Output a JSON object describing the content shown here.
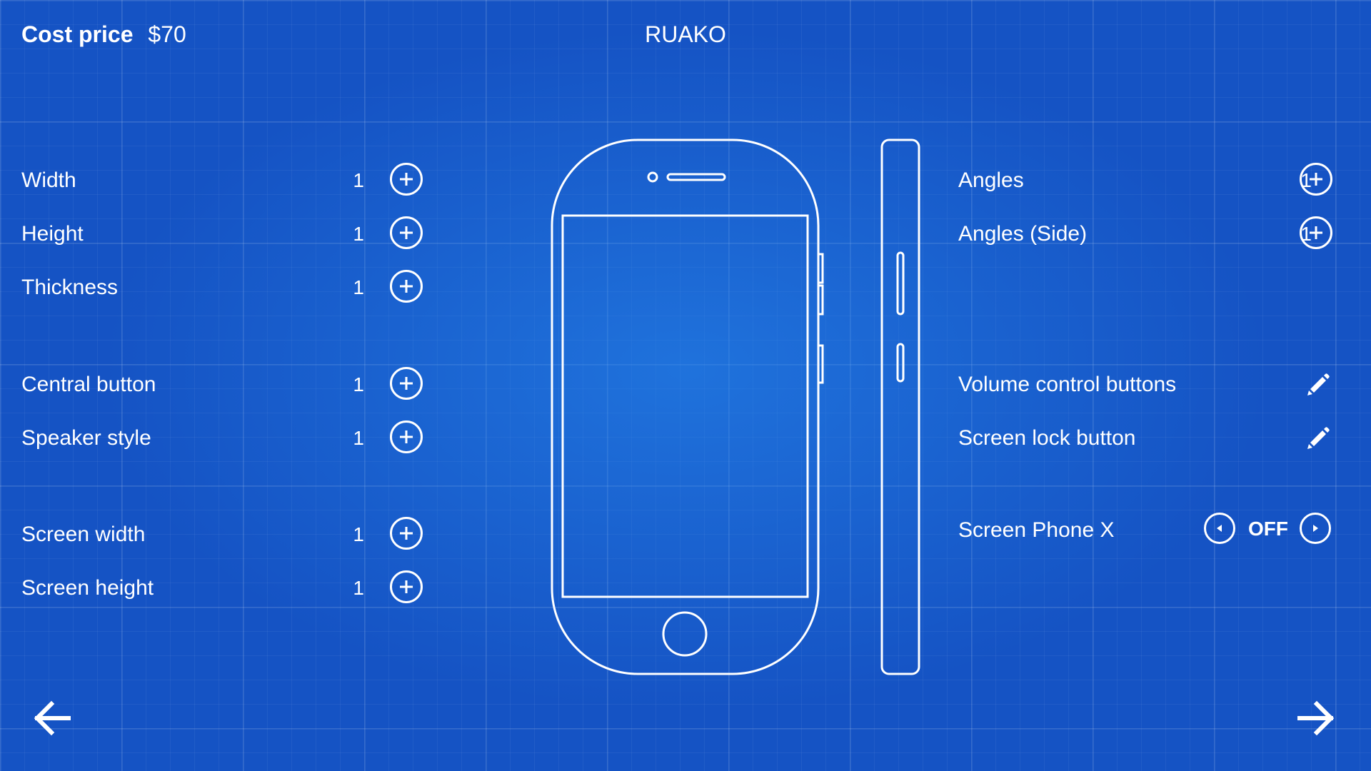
{
  "header": {
    "cost_label": "Cost price",
    "cost_value": "$70",
    "title": "RUAKO"
  },
  "left_params": [
    {
      "label": "Width",
      "value": "1"
    },
    {
      "label": "Height",
      "value": "1"
    },
    {
      "label": "Thickness",
      "value": "1"
    },
    {
      "label": "Central button",
      "value": "1"
    },
    {
      "label": "Speaker style",
      "value": "1"
    },
    {
      "label": "Screen width",
      "value": "1"
    },
    {
      "label": "Screen height",
      "value": "1"
    }
  ],
  "right_params": [
    {
      "label": "Angles",
      "value": "1"
    },
    {
      "label": "Angles (Side)",
      "value": "1"
    }
  ],
  "edit_params": [
    {
      "label": "Volume control buttons",
      "icon": "pencil-icon"
    },
    {
      "label": "Screen lock button",
      "icon": "pencil-icon"
    }
  ],
  "toggle": {
    "label": "Screen Phone X",
    "value": "OFF"
  },
  "icons": {
    "increment": "plus-circle-icon",
    "edit": "pencil-icon",
    "prev": "triangle-left-icon",
    "next": "triangle-right-icon",
    "back_nav": "arrow-left-icon",
    "next_nav": "arrow-right-icon"
  },
  "colors": {
    "background": "#1553c4",
    "line": "#ffffff"
  }
}
